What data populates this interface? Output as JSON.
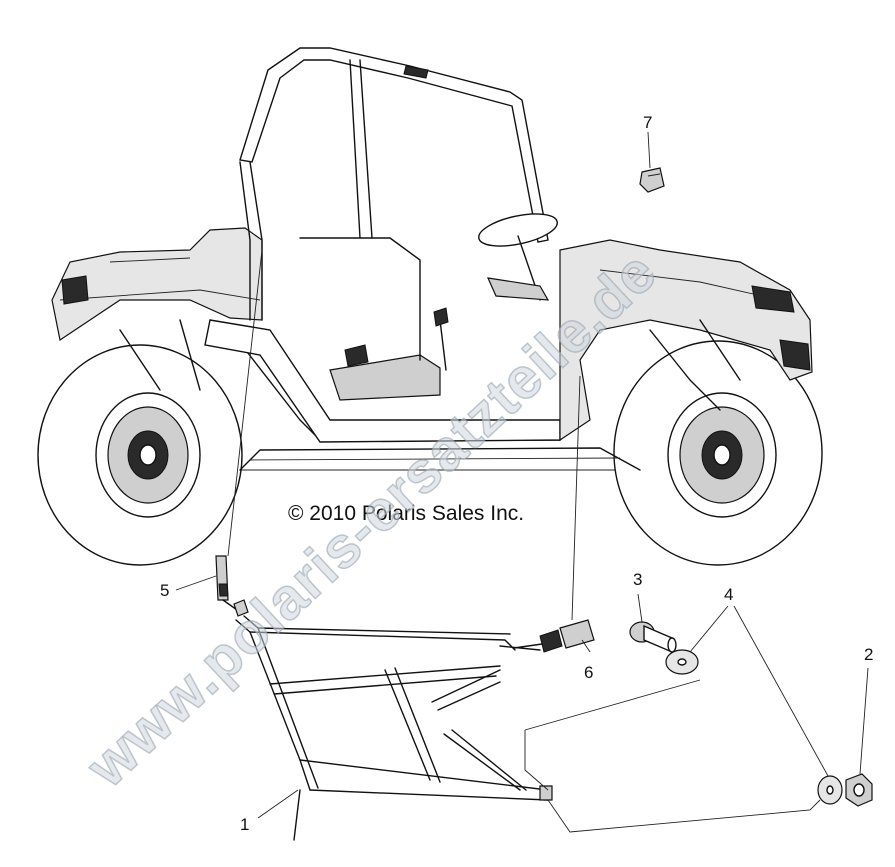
{
  "copyright": "© 2010 Polaris Sales Inc.",
  "watermark": "www.polaris-ersatzteile.de",
  "callouts": [
    {
      "number": "1"
    },
    {
      "number": "2"
    },
    {
      "number": "3"
    },
    {
      "number": "4"
    },
    {
      "number": "5"
    },
    {
      "number": "6"
    },
    {
      "number": "7"
    }
  ]
}
